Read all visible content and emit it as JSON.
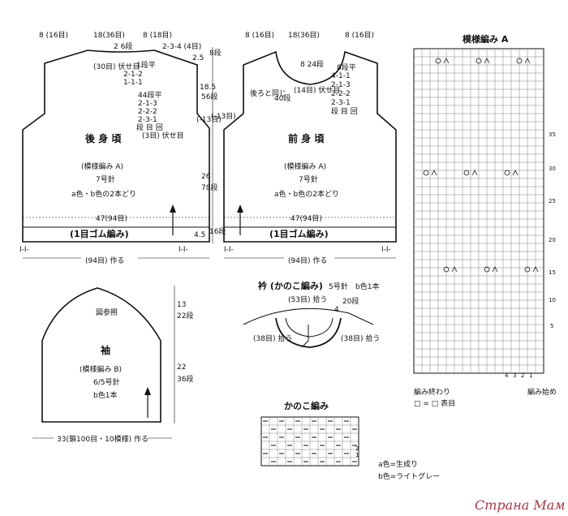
{
  "back": {
    "top_left": "8 (16目)",
    "top_mid": "18(36目)",
    "top_right": "8 (18目)",
    "neck_rows": "2 6段",
    "neck_dec": "2-3-4 (4目)",
    "bind": "(30目) 伏せ目",
    "shoulder_head": "1段平",
    "shoulder1": "2-1-2",
    "shoulder2": "1-1-1",
    "arm_head": "44段平",
    "arm1": "2-1-3",
    "arm2": "2-2-2",
    "arm3": "2-3-1",
    "arm_hdr": "段 目 回",
    "arm_bind": "(3目) 伏せ目",
    "title": "後 身 頃",
    "pattern": "(模様編み A)",
    "needle": "7号針",
    "yarn": "a色・b色の2本どり",
    "width": "47(94目)",
    "rib": "(1目ゴム編み)",
    "cast": "(94目) 作る",
    "mark": "I-I-"
  },
  "mid": {
    "m1": "2.5",
    "m1r": "8段",
    "m2": "18.5",
    "m2r": "56段",
    "m3": "(-13目)",
    "m4": "26",
    "m4r": "78段",
    "m5": "4.5",
    "m5r": "16段"
  },
  "front": {
    "top_left": "8 (16目)",
    "top_mid": "18(36目)",
    "top_right": "8 (16目)",
    "neck_rows": "8 24段",
    "back_same": "後ろと同じ",
    "depth": "40段",
    "bind": "(14目) 伏せ目",
    "neck_head": "8段平",
    "n1": "4-1-1",
    "n2": "2-1-3",
    "n3": "2-2-2",
    "n4": "2-3-1",
    "n_hdr": "段 目 回",
    "dec": "(-13目)",
    "title": "前 身 頃",
    "pattern": "(模様編み A)",
    "needle": "7号針",
    "yarn": "a色・b色の2本どり",
    "width": "47(94目)",
    "rib": "(1目ゴム編み)",
    "cast": "(94目) 作る",
    "mark": "I-I-"
  },
  "sleeve": {
    "ref": "図参照",
    "title": "袖",
    "pattern": "(模様編み B)",
    "needle": "6/5号針",
    "yarn": "b色1本",
    "h1": "13",
    "h1r": "22段",
    "h2": "22",
    "h2r": "36段",
    "cast": "33(鎖100目・10模様) 作る"
  },
  "collar": {
    "title": "衿 (かのこ編み)",
    "needle": "5号針",
    "yarn": "b色1本",
    "back_pick": "(53目) 拾う",
    "left_pick": "(38目) 拾う",
    "right_pick": "(38目) 拾う",
    "height": "4",
    "height_rows": "20段"
  },
  "kanoko": {
    "title": "かのこ編み",
    "row_num_1": "2",
    "row_num_2": "1",
    "legend_a": "a色=生成り",
    "legend_b": "b色=ライトグレー"
  },
  "chart_a": {
    "title": "模様編み A",
    "rows": [
      "5",
      "10",
      "15",
      "20",
      "25",
      "30",
      "35"
    ],
    "cols": [
      "4",
      "3",
      "2",
      "1"
    ],
    "end_label": "編み終わり",
    "start_label": "編み始め",
    "legend": "□ = □ 表目"
  },
  "watermark": "Страна Мам"
}
